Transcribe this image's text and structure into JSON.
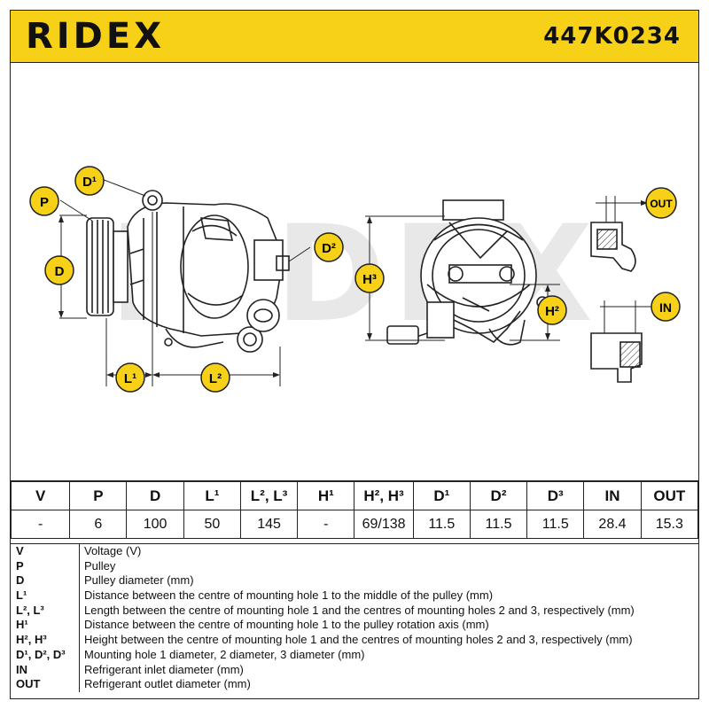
{
  "header": {
    "brand": "RIDEX",
    "part_number": "447K0234"
  },
  "diagram": {
    "watermark": "RIDEX",
    "callouts": {
      "p": "P",
      "d": "D",
      "d1": "D¹",
      "d2": "D²",
      "l1": "L¹",
      "l2": "L²",
      "h2": "H²",
      "h3": "H³",
      "out": "OUT",
      "in": "IN"
    }
  },
  "specs": {
    "headers": [
      "V",
      "P",
      "D",
      "L¹",
      "L², L³",
      "H¹",
      "H², H³",
      "D¹",
      "D²",
      "D³",
      "IN",
      "OUT"
    ],
    "values": [
      "-",
      "6",
      "100",
      "50",
      "145",
      "-",
      "69/138",
      "11.5",
      "11.5",
      "11.5",
      "28.4",
      "15.3"
    ]
  },
  "legend": [
    {
      "key": "V",
      "desc": "Voltage (V)"
    },
    {
      "key": "P",
      "desc": "Pulley"
    },
    {
      "key": "D",
      "desc": "Pulley diameter (mm)"
    },
    {
      "key": "L¹",
      "desc": "Distance between the centre of mounting hole 1 to the middle of the pulley (mm)"
    },
    {
      "key": "L², L³",
      "desc": "Length between the centre of mounting hole 1 and the centres of mounting holes 2 and 3, respectively (mm)"
    },
    {
      "key": "H¹",
      "desc": "Distance between the centre of mounting hole 1 to the pulley rotation axis (mm)"
    },
    {
      "key": "H², H³",
      "desc": "Height between the centre of mounting hole 1 and the centres of mounting holes 2 and 3, respectively (mm)"
    },
    {
      "key": "D¹, D², D³",
      "desc": "Mounting hole 1 diameter, 2 diameter, 3 diameter (mm)"
    },
    {
      "key": "IN",
      "desc": "Refrigerant inlet diameter (mm)"
    },
    {
      "key": "OUT",
      "desc": "Refrigerant outlet diameter (mm)"
    }
  ],
  "colors": {
    "brand_yellow": "#f7d117",
    "line": "#222222",
    "watermark": "#e6e6e6"
  }
}
